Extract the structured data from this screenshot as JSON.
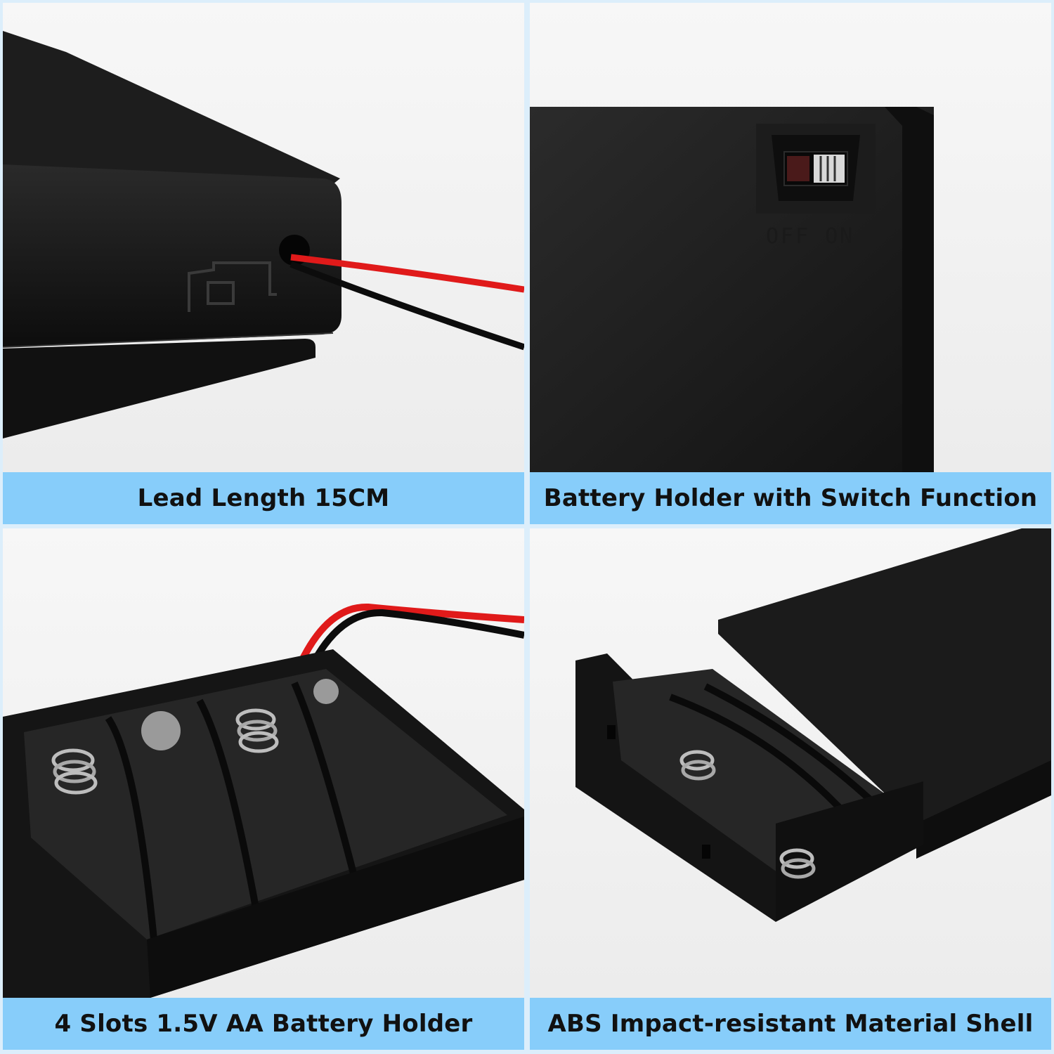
{
  "panels": [
    {
      "caption": "Lead Length 15CM"
    },
    {
      "caption": "Battery Holder with Switch Function",
      "switch_text": "OFF  ON"
    },
    {
      "caption": "4 Slots 1.5V AA Battery Holder"
    },
    {
      "caption": "ABS Impact-resistant Material Shell"
    }
  ],
  "colors": {
    "caption_bar": "#87cdfa",
    "frame": "#dceefb",
    "housing": "#151515",
    "wire_red": "#e01a1a",
    "wire_black": "#0c0c0c"
  },
  "icons": [
    "battery-holder-photo",
    "wire-leads",
    "slide-switch",
    "spring-contact"
  ]
}
